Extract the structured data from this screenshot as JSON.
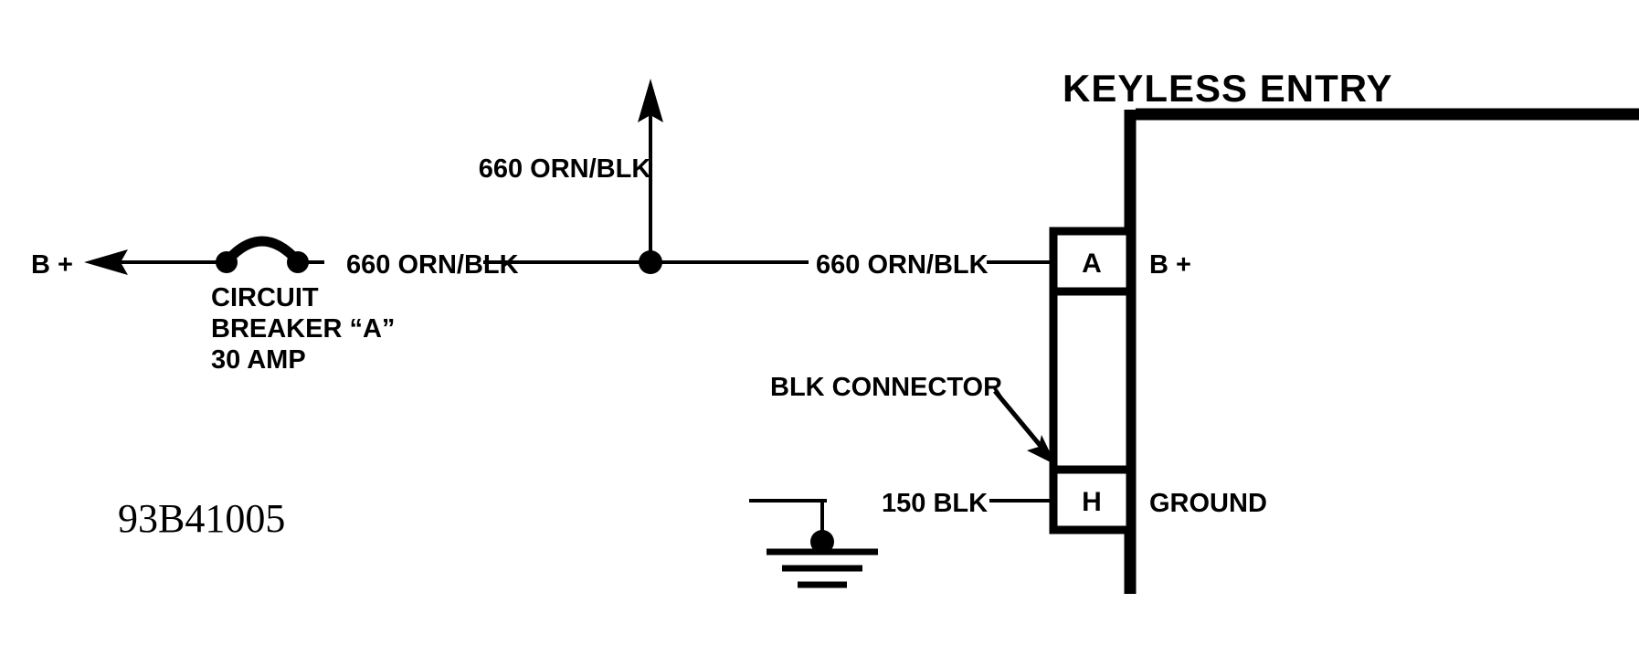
{
  "diagram": {
    "title": "KEYLESS ENTRY",
    "drawing_number": "93B41005",
    "labels": {
      "b_plus_left": "B +",
      "circuit_breaker_line1": "CIRCUIT",
      "circuit_breaker_line2": "BREAKER “A”",
      "circuit_breaker_line3": "30 AMP",
      "wire_660_left": "660 ORN/BLK",
      "wire_660_branch": "660 ORN/BLK",
      "wire_660_right": "660 ORN/BLK",
      "wire_150": "150 BLK",
      "connector_note": "BLK CONNECTOR",
      "terminal_a": "A",
      "terminal_h": "H",
      "terminal_a_function": "B +",
      "terminal_h_function": "GROUND"
    },
    "colors": {
      "ink": "#000000",
      "background": "#ffffff"
    },
    "wires": [
      {
        "circuit_number": "660",
        "color_code": "ORN/BLK",
        "terminal": "A",
        "function": "B +"
      },
      {
        "circuit_number": "150",
        "color_code": "BLK",
        "terminal": "H",
        "function": "GROUND"
      }
    ],
    "components": [
      {
        "name": "CIRCUIT BREAKER “A”",
        "rating": "30 AMP"
      },
      {
        "name": "BLK CONNECTOR",
        "terminals": [
          "A",
          "H"
        ]
      },
      {
        "name": "GROUND",
        "symbol": "chassis-ground"
      }
    ]
  }
}
